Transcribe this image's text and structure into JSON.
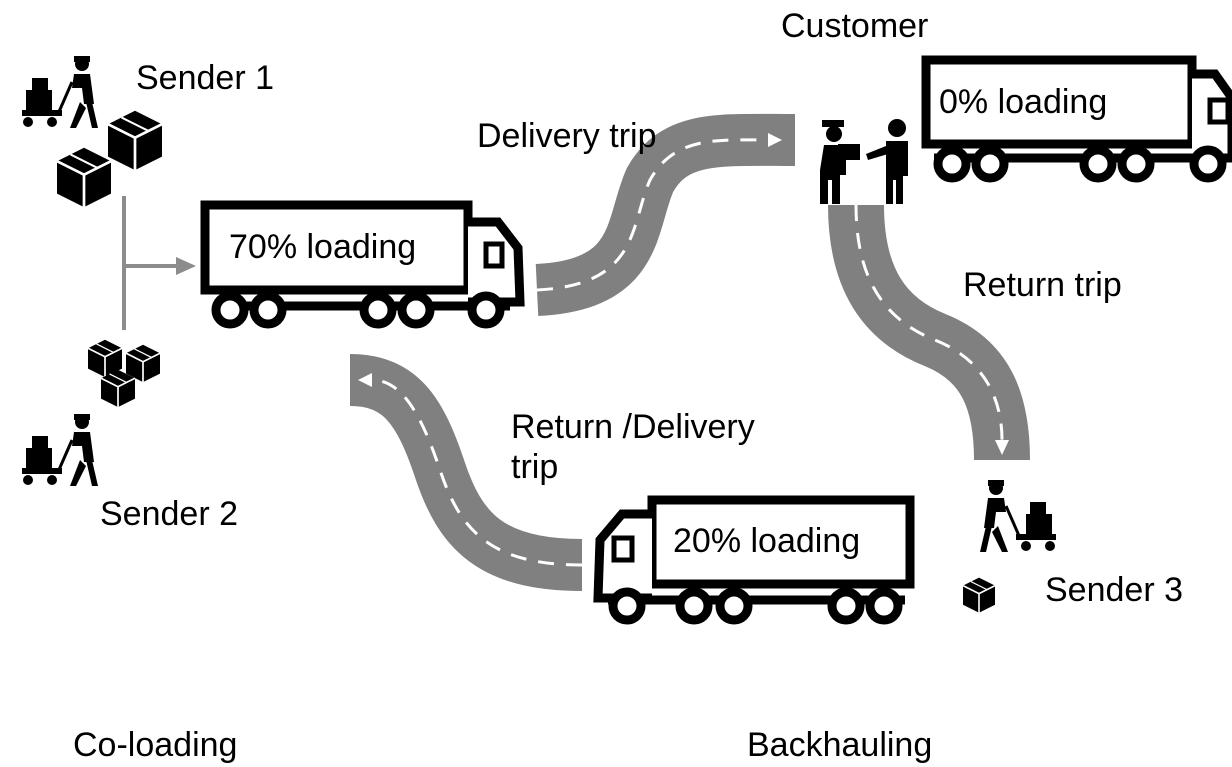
{
  "labels": {
    "sender_1": "Sender 1",
    "sender_2": "Sender 2",
    "sender_3": "Sender 3",
    "customer": "Customer",
    "delivery_trip": "Delivery trip",
    "return_trip": "Return trip",
    "return_delivery_trip": "Return /Delivery trip",
    "co_loading": "Co-loading",
    "backhauling": "Backhauling"
  },
  "trucks": {
    "main": "70% loading",
    "customer": "0% loading",
    "return": "20% loading"
  },
  "colors": {
    "road": "#808080",
    "road_marking": "#ffffff",
    "ink": "#000000",
    "connector": "#8c8c8c"
  },
  "icons": [
    "worker-with-cart-icon",
    "boxes-icon",
    "truck-icon",
    "handover-icon",
    "road-icon"
  ]
}
